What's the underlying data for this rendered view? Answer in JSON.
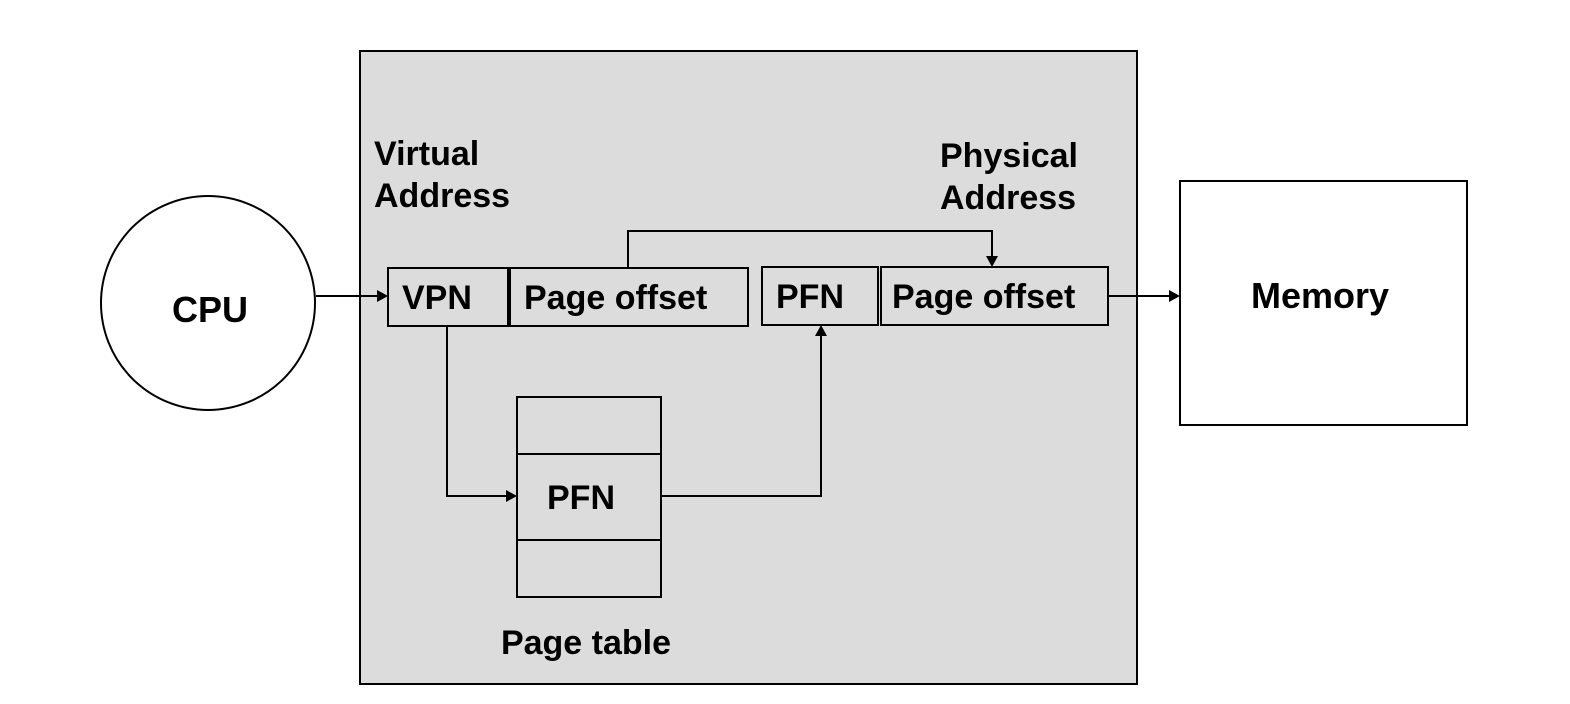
{
  "cpu": {
    "label": "CPU"
  },
  "memory": {
    "label": "Memory"
  },
  "virtual_address": {
    "title_line1": "Virtual",
    "title_line2": "Address",
    "vpn": "VPN",
    "offset": "Page offset"
  },
  "physical_address": {
    "title_line1": "Physical",
    "title_line2": "Address",
    "pfn": "PFN",
    "offset": "Page offset"
  },
  "page_table": {
    "entry": "PFN",
    "caption": "Page table"
  }
}
